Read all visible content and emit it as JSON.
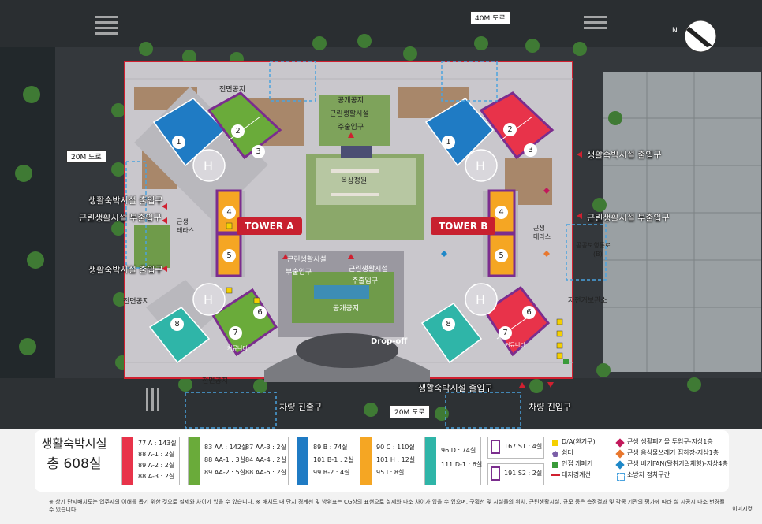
{
  "roads": {
    "top": "40M 도로",
    "left": "20M 도로",
    "bottom": "20M 도로"
  },
  "labels": {
    "public_top": "전면공지",
    "public_left": "전면공지",
    "public_bottom": "전면공지",
    "shop_exit_top_1": "공개공지",
    "shop_exit_top_2": "근린생활시설",
    "shop_exit_top_3": "주출입구",
    "rooftop": "옥상정원",
    "left_res_entry_1": "생활숙박시설 출입구",
    "left_shop_sub": "근린생활시설 부출입구",
    "left_res_entry_2": "생활숙박시설 출입구",
    "terrace_l": "근생\n테라스",
    "terrace_r": "근생\n테라스",
    "right_res_exit": "생활숙박시설 출입구",
    "right_shop_sub": "근린생활시설 부출입구",
    "mech_1": "공공보행통로",
    "mech_2": "(B)",
    "exhaust": "자전거보관소",
    "center_sub_1": "근린생활시설",
    "center_sub_2": "부출입구",
    "center_main_1": "근린생활시설",
    "center_main_2": "주출입구",
    "public_space": "공개공지",
    "dropoff": "Drop-off",
    "tower_a": "TOWER A",
    "tower_b": "TOWER B",
    "bottom_res_exit": "생활숙박시설 출입구",
    "car_exit": "차량 진출구",
    "car_entry": "차량 진입구",
    "community": "커뮤니티"
  },
  "units": {
    "u1": "1",
    "u2": "2",
    "u3": "3",
    "u4": "4",
    "u5": "5",
    "u6": "6",
    "u7": "7",
    "u8": "8"
  },
  "legend": {
    "title_1": "생활숙박시설",
    "title_2": "총 608실",
    "groups": [
      {
        "color": "#e8334a",
        "lines": [
          "77 A : 143실",
          "88 A-1 : 2실",
          "89 A-2 : 2실",
          "88 A-3 : 2실"
        ]
      },
      {
        "color": "#6aab3a",
        "lines": [
          "83 AA : 142실",
          "88 AA-1 : 3실",
          "89 AA-2 : 5실"
        ]
      },
      {
        "color": "#6aab3a",
        "lines": [
          "87 AA-3 : 2실",
          "84 AA-4 : 2실",
          "88 AA-5 : 2실"
        ]
      },
      {
        "color": "#1f7bc4",
        "lines": [
          "89 B : 74실",
          "101 B-1 : 2실",
          "99 B-2 : 4실"
        ]
      },
      {
        "color": "#f5a623",
        "lines": [
          "90 C : 110실",
          "101 H : 12실",
          "95 I : 8실"
        ]
      },
      {
        "color": "#2fb5a8",
        "lines": [
          "96 D : 74실",
          "111 D-1 : 6실"
        ]
      }
    ],
    "special": [
      {
        "label": "167 S1 : 4실",
        "color": "#7b2d8e"
      },
      {
        "label": "191 S2 : 2실",
        "color": "#7b2d8e"
      }
    ],
    "keys": [
      {
        "label": "D/A(환기구)",
        "color": "#f5d000",
        "shape": "square"
      },
      {
        "label": "쉼터",
        "color": "#7b5ea7",
        "shape": "pentagon"
      },
      {
        "label": "인접 개폐기",
        "color": "#3a9b3a",
        "shape": "square"
      },
      {
        "label": "대지경계선",
        "color": "#d02030",
        "shape": "line"
      },
      {
        "label": "근생 생활폐기물 투입구-지상1층",
        "color": "#c2185b",
        "shape": "diamond"
      },
      {
        "label": "근생 음식물쓰레기 집하장-지상1층",
        "color": "#e8772e",
        "shape": "diamond"
      },
      {
        "label": "근생 배기FAN(탈취기일체형)-지상4층",
        "color": "#1e88c8",
        "shape": "diamond"
      },
      {
        "label": "소방차 정차구간",
        "color": "#4aa3df",
        "shape": "dash"
      }
    ]
  },
  "footnote": "※ 상기 단지배치도는 입주자의 이해를 돕기 위한 것으로 실제와 차이가 있을 수 있습니다. ※ 배치도 내 단지 경계선 및 방위표는 CG상의 표현으로 실제와 다소 차이가 있을 수 있으며, 구획선 및 시설물의 위치, 근린생활시설, 규모 등은 측정결과 및 각종 기관의 평가에 따라 실 시공시 다소 변경될 수 있습니다.",
  "credit": "이미지컷"
}
